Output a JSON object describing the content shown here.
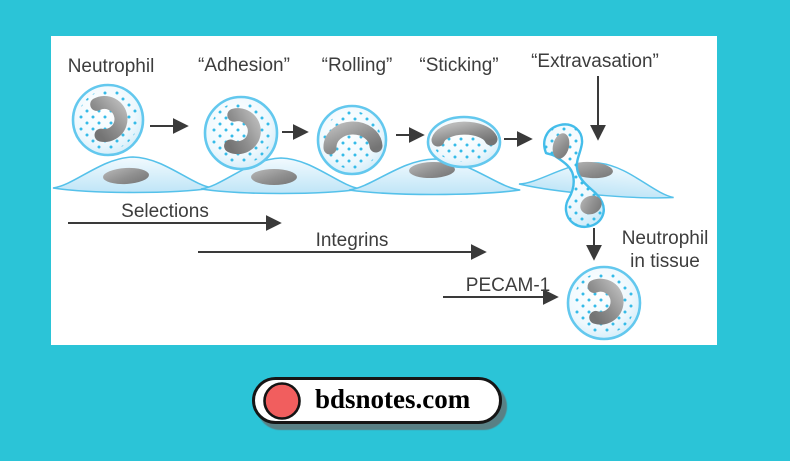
{
  "colors": {
    "background": "#2bc4d7",
    "panel_bg": "#ffffff",
    "text": "#3d3d3d",
    "arrow": "#3a3a3a",
    "cell_membrane": "#63c8ee",
    "cell_fill": "#eaf6fd",
    "cell_dots": "#35bbe8",
    "nucleus_gray": "#8f8f8f",
    "endothelium_fill": "#cfeaf9",
    "watermark_dot": "#f15e5e",
    "watermark_text": "#000000"
  },
  "diagram": {
    "stages": [
      "Neutrophil",
      "“Adhesion”",
      "“Rolling”",
      "“Sticking”",
      "“Extravasation”"
    ],
    "molecules": {
      "selections": "Selections",
      "integrins": "Integrins",
      "pecam": "PECAM-1"
    },
    "tissue_label": {
      "line1": "Neutrophil",
      "line2": "in tissue"
    }
  },
  "watermark": {
    "text": "bdsnotes.com"
  }
}
